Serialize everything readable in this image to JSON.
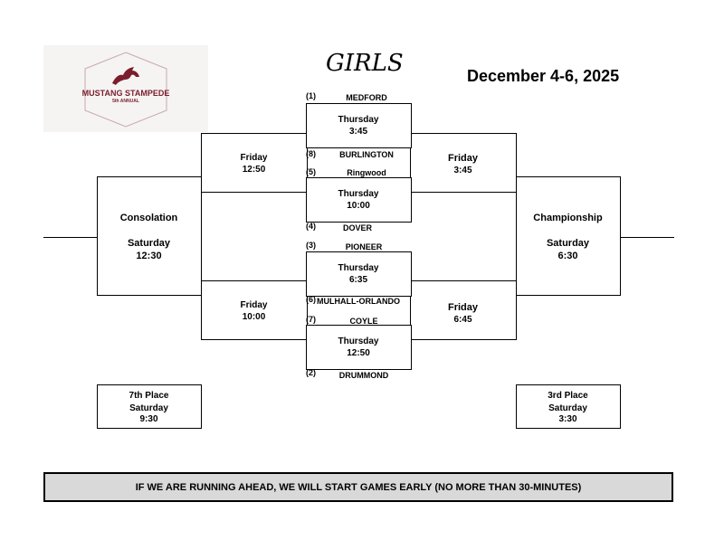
{
  "logo": {
    "name": "MUSTANG STAMPEDE",
    "edition": "5th ANNUAL",
    "icon": "mustang-horse-icon",
    "color": "#7a1e2c"
  },
  "title": "GIRLS",
  "date": "December 4-6, 2025",
  "first_round": [
    {
      "top_seed": "(1)",
      "top_team": "MEDFORD",
      "day": "Thursday",
      "time": "3:45",
      "bottom_seed": "(8)",
      "bottom_team": "BURLINGTON"
    },
    {
      "top_seed": "(5)",
      "top_team": "Ringwood",
      "day": "Thursday",
      "time": "10:00",
      "bottom_seed": "(4)",
      "bottom_team": "DOVER"
    },
    {
      "top_seed": "(3)",
      "top_team": "PIONEER",
      "day": "Thursday",
      "time": "6:35",
      "bottom_seed": "(6)",
      "bottom_team": "MULHALL-ORLANDO"
    },
    {
      "top_seed": "(7)",
      "top_team": "COYLE",
      "day": "Thursday",
      "time": "12:50",
      "bottom_seed": "(2)",
      "bottom_team": "DRUMMOND"
    }
  ],
  "consolation_semis": [
    {
      "day": "Friday",
      "time": "12:50"
    },
    {
      "day": "Friday",
      "time": "10:00"
    }
  ],
  "winner_semis": [
    {
      "day": "Friday",
      "time": "3:45"
    },
    {
      "day": "Friday",
      "time": "6:45"
    }
  ],
  "consolation_final": {
    "label": "Consolation",
    "day": "Saturday",
    "time": "12:30"
  },
  "championship": {
    "label": "Championship",
    "day": "Saturday",
    "time": "6:30"
  },
  "seventh_place": {
    "label": "7th Place",
    "day": "Saturday",
    "time": "9:30"
  },
  "third_place": {
    "label": "3rd Place",
    "day": "Saturday",
    "time": "3:30"
  },
  "notice": "IF WE ARE RUNNING AHEAD, WE WILL START GAMES EARLY (NO MORE THAN 30-MINUTES)"
}
